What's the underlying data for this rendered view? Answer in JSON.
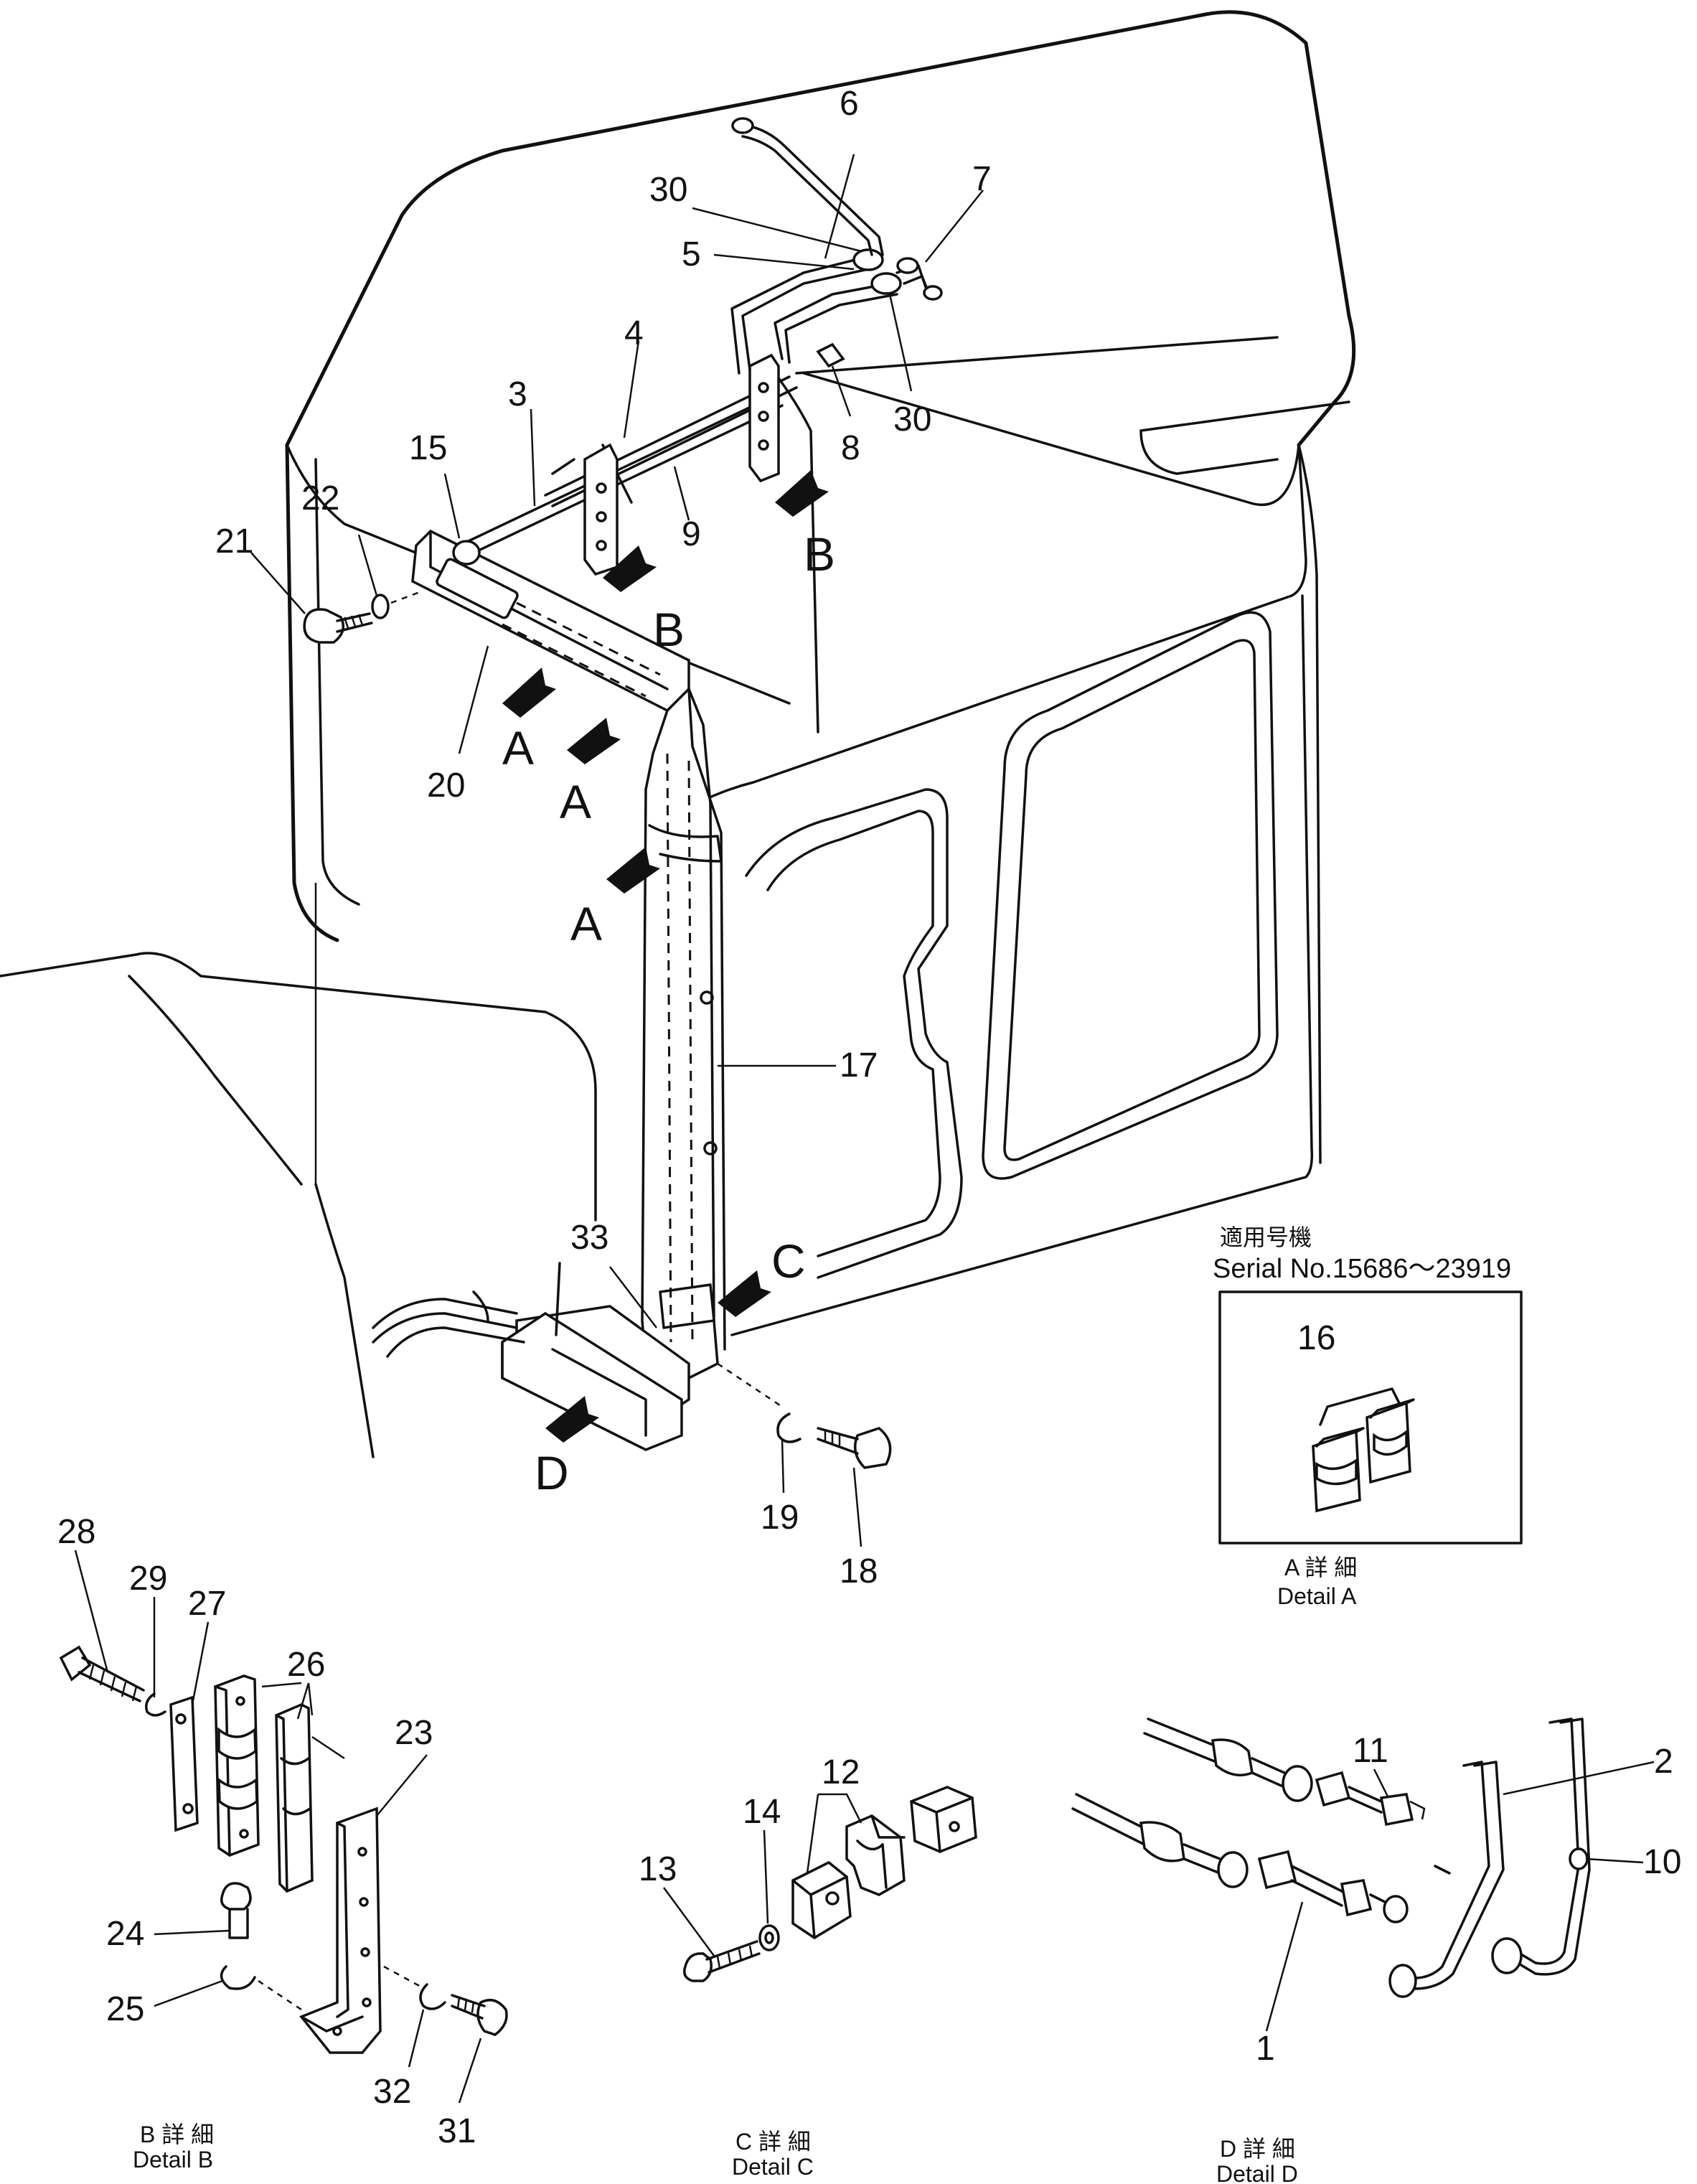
{
  "callouts": {
    "n1": "1",
    "n2": "2",
    "n3": "3",
    "n4": "4",
    "n5": "5",
    "n6": "6",
    "n7": "7",
    "n8": "8",
    "n9": "9",
    "n10": "10",
    "n11": "11",
    "n12": "12",
    "n13": "13",
    "n14": "14",
    "n15": "15",
    "n16": "16",
    "n17": "17",
    "n18": "18",
    "n19": "19",
    "n20": "20",
    "n21": "21",
    "n22": "22",
    "n23": "23",
    "n24": "24",
    "n25": "25",
    "n26": "26",
    "n27": "27",
    "n28": "28",
    "n29": "29",
    "n30a": "30",
    "n30b": "30",
    "n31": "31",
    "n32": "32",
    "n33": "33"
  },
  "view_markers": {
    "a1": "A",
    "a2": "A",
    "a3": "A",
    "b1": "B",
    "b2": "B",
    "c": "C",
    "d": "D"
  },
  "inset": {
    "applicability_jp": "適用号機",
    "serial": "Serial No.15686～23919"
  },
  "details": {
    "a_jp": "A 詳 細",
    "a_en": "Detail A",
    "b_jp": "B 詳 細",
    "b_en": "Detail B",
    "c_jp": "C 詳 細",
    "c_en": "Detail C",
    "d_jp": "D 詳 細",
    "d_en": "Detail D"
  }
}
